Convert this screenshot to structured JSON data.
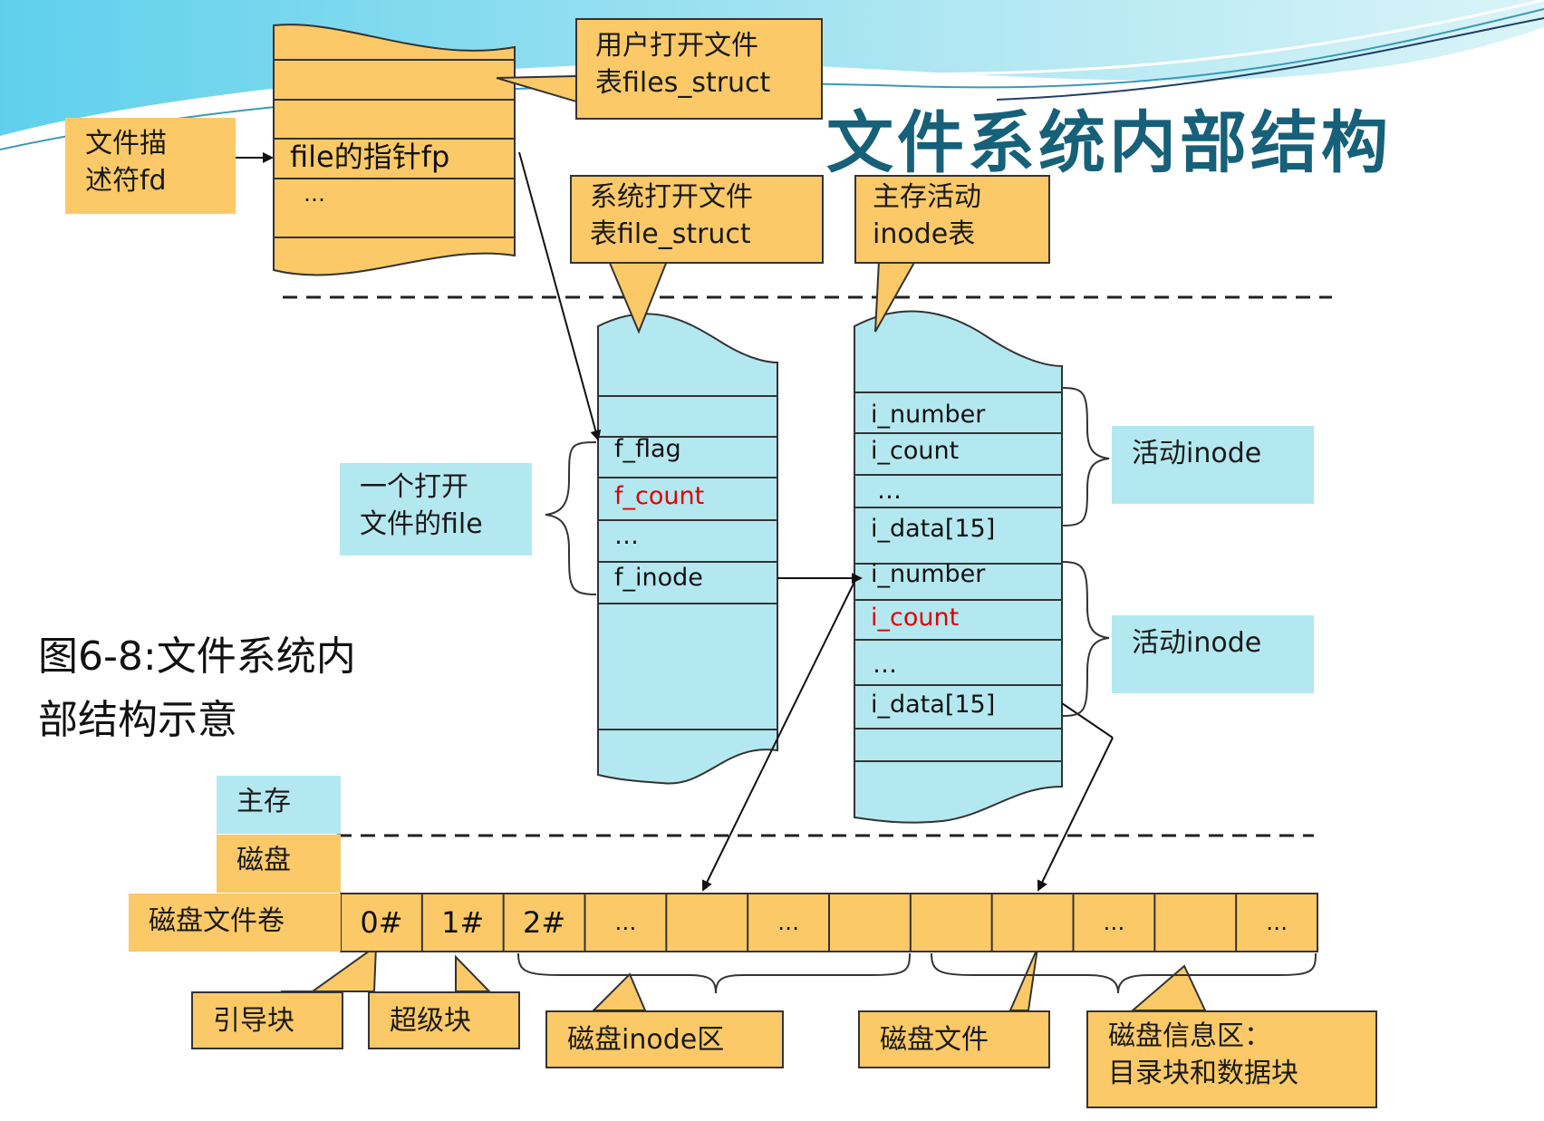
{
  "title": "文件系统内部结构",
  "caption": [
    "图6-8:文件系统内",
    "部结构示意"
  ],
  "labels": {
    "files_struct": [
      "用户打开文件",
      "表files_struct"
    ],
    "fd": [
      "文件描",
      "述符fd"
    ],
    "file_struct": [
      "系统打开文件",
      "表file_struct"
    ],
    "inode_table": [
      "主存活动",
      "inode表"
    ],
    "open_file": [
      "一个打开",
      "文件的file"
    ],
    "active_inode_1": "活动inode",
    "active_inode_2": "活动inode",
    "memory": "主存",
    "disk": "磁盘",
    "disk_volume": "磁盘文件卷",
    "boot_block": "引导块",
    "super_block": "超级块",
    "disk_inode_area": "磁盘inode区",
    "disk_file": "磁盘文件",
    "disk_info": [
      "磁盘信息区：",
      "目录块和数据块"
    ]
  },
  "files_table": {
    "fp": "file的指针fp",
    "ellipsis": "…"
  },
  "file_table": {
    "fields": [
      "f_flag",
      "f_count",
      "…",
      "f_inode"
    ]
  },
  "inode_table_fields": {
    "group1": [
      "i_number",
      "i_count",
      "…",
      "i_data[15]"
    ],
    "group2": [
      "i_number",
      "i_count",
      "…",
      "i_data[15]"
    ]
  },
  "disk_blocks": [
    "0#",
    "1#",
    "2#",
    "…",
    "",
    "…",
    "",
    "",
    "",
    "…",
    "",
    "…"
  ],
  "colors": {
    "orange": "#fbc967",
    "cyan": "#b4e8f0",
    "title": "#17607a",
    "highlight": "#e00000"
  }
}
